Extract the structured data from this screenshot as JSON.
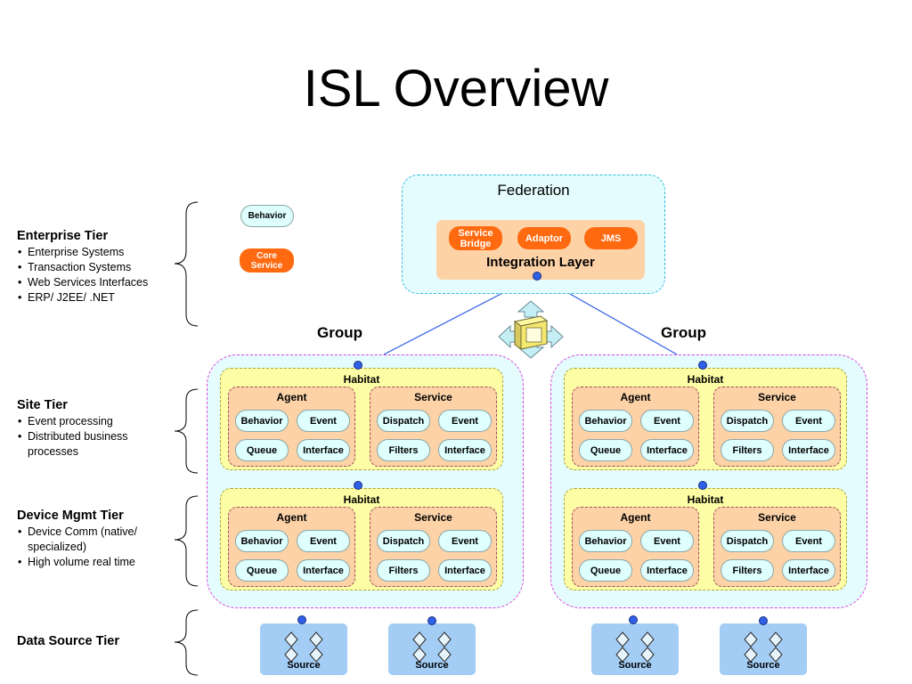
{
  "title": "ISL Overview",
  "tiers": [
    {
      "name": "Enterprise Tier",
      "items": [
        "Enterprise Systems",
        "Transaction Systems",
        "Web Services Interfaces",
        "ERP/ J2EE/ .NET"
      ]
    },
    {
      "name": "Site Tier",
      "items": [
        "Event processing",
        "Distributed business processes"
      ]
    },
    {
      "name": "Device Mgmt Tier",
      "items": [
        "Device Comm (native/ specialized)",
        "High volume real time"
      ]
    },
    {
      "name": "Data Source Tier",
      "items": []
    }
  ],
  "legend": {
    "behavior": "Behavior",
    "core_service": "Core Service"
  },
  "federation": {
    "label": "Federation",
    "integration_layer": "Integration Layer",
    "services": [
      "Service Bridge",
      "Adaptor",
      "JMS"
    ]
  },
  "group_label": "Group",
  "habitat_label": "Habitat",
  "agent": {
    "label": "Agent",
    "components": [
      "Behavior",
      "Event",
      "Queue",
      "Interface"
    ]
  },
  "service": {
    "label": "Service",
    "components": [
      "Dispatch",
      "Event",
      "Filters",
      "Interface"
    ]
  },
  "source_label": "Source",
  "colors": {
    "core_service": "#ff6a10",
    "behavior": "#dffefe",
    "integration_layer": "#fcd2a6",
    "group_border": "#e040e0",
    "federation_border": "#33bbdd",
    "habitat": "#fdfda6",
    "source": "#a3cdf5",
    "link": "#2f60e8"
  },
  "icons": [
    "server-icon",
    "bidirectional-arrows-icon",
    "source-diamonds-icon",
    "curly-brace-icon"
  ]
}
